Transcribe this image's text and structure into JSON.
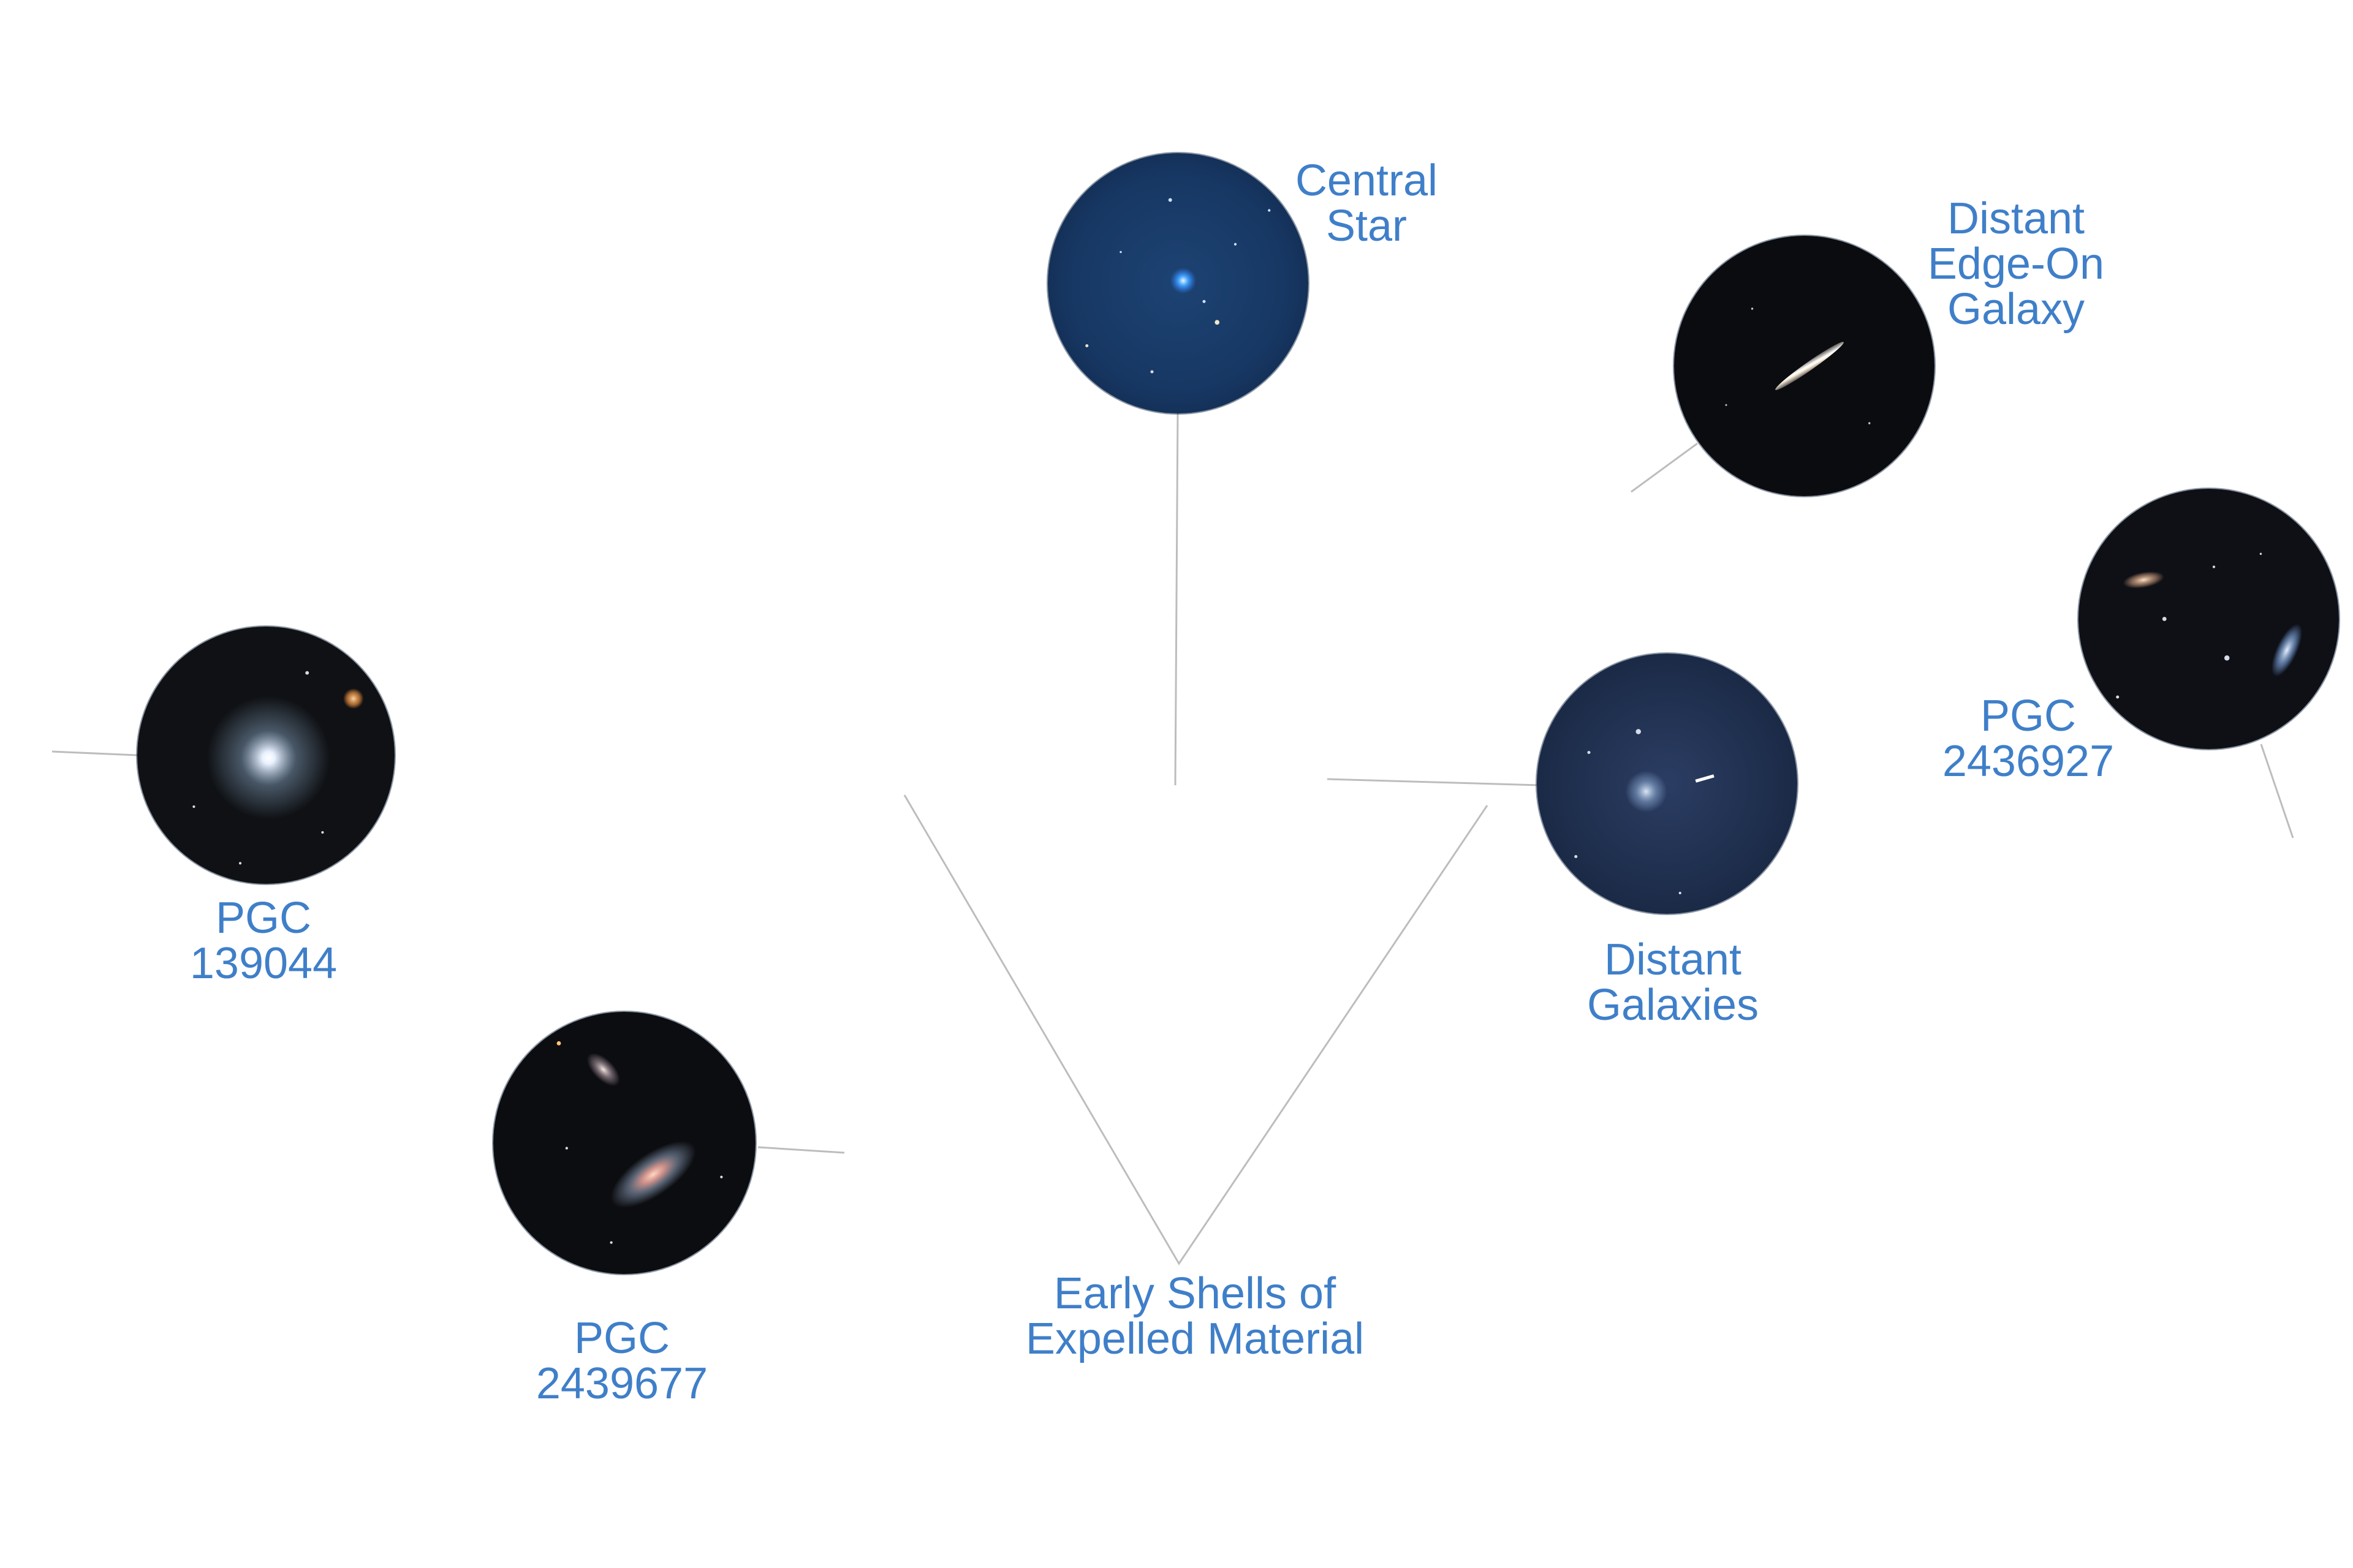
{
  "diagram": {
    "text_color": "#3f7fc9",
    "leader_color": "#bdbdbd",
    "labels": {
      "central_star": "Central\nStar",
      "distant_edge_on_galaxy": "Distant\nEdge-On\nGalaxy",
      "pgc_2436927": "PGC\n2436927",
      "distant_galaxies": "Distant\nGalaxies",
      "pgc_139044": "PGC\n139044",
      "pgc_2439677": "PGC\n2439677",
      "early_shells": "Early Shells of\nExpelled Material"
    },
    "insets": [
      {
        "id": "central-star",
        "background": "#15325a",
        "subject": "blue central star"
      },
      {
        "id": "edge-on-galaxy",
        "background": "#0b0c10",
        "subject": "edge-on galaxy"
      },
      {
        "id": "pgc-2436927",
        "background": "#0e1016",
        "subject": "galaxy pair"
      },
      {
        "id": "distant-galaxies",
        "background": "#1c2c4a",
        "subject": "faint galaxies"
      },
      {
        "id": "pgc-139044",
        "background": "#0f1114",
        "subject": "round galaxy"
      },
      {
        "id": "pgc-2439677",
        "background": "#0c0d10",
        "subject": "spiral galaxies"
      }
    ]
  }
}
